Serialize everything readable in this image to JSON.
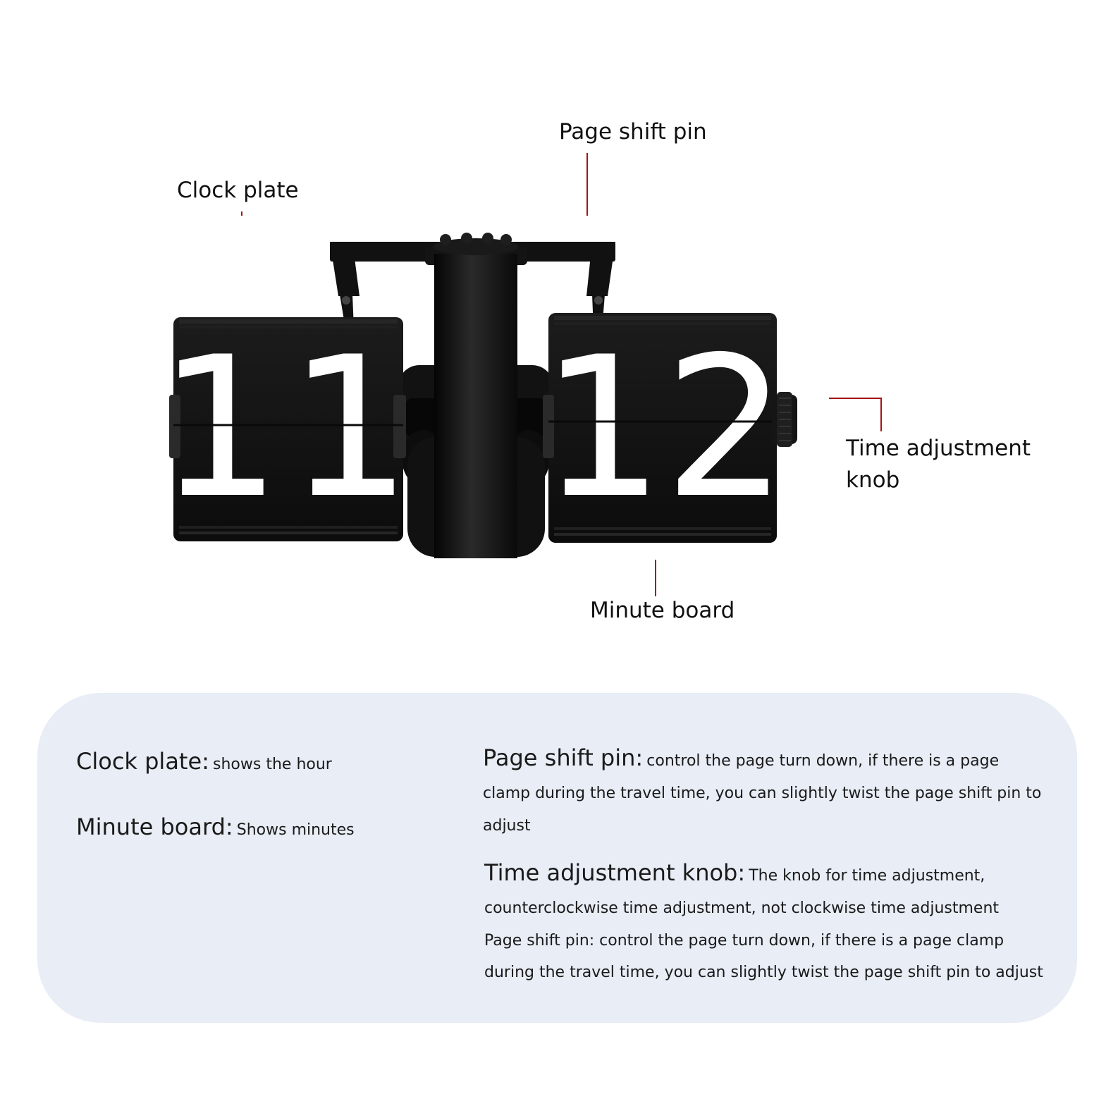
{
  "clock": {
    "hour_digits": "11",
    "minute_digits": "12",
    "colors": {
      "body": "#111111",
      "digit": "#ffffff",
      "leader": "#a31515"
    }
  },
  "callouts": {
    "clock_plate": "Clock plate",
    "page_shift_pin": "Page shift pin",
    "time_adjustment_knob": "Time adjustment knob",
    "minute_board": "Minute board"
  },
  "descriptions": {
    "clock_plate": {
      "term": "Clock plate:",
      "text": "shows the hour"
    },
    "minute_board": {
      "term": "Minute board:",
      "text": "Shows minutes"
    },
    "page_shift_pin": {
      "term": "Page shift pin:",
      "text": "control the page turn down, if there is a page clamp during the travel time, you can slightly twist the page shift pin to adjust"
    },
    "time_adjustment_knob": {
      "term": "Time adjustment knob:",
      "text": "The knob for time adjustment, counterclockwise time adjustment, not clockwise time adjustment",
      "extra": "Page shift pin: control the page turn down, if there is a page clamp during the travel time, you can slightly twist the page shift pin to adjust"
    }
  },
  "panel_color": "#e8edf6"
}
